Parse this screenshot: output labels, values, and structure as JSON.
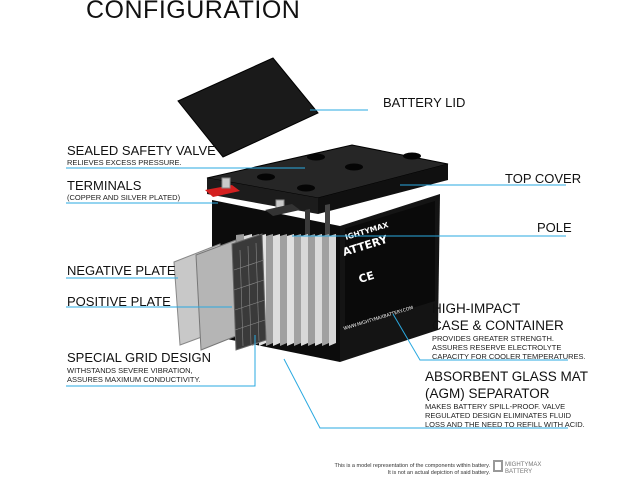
{
  "title": "CONFIGURATION",
  "labels": {
    "battery_lid": "BATTERY LID",
    "safety_valve": "SEALED SAFETY VALVE",
    "safety_valve_sub": "RELIEVES EXCESS PRESSURE.",
    "terminals": "TERMINALS",
    "terminals_sub": "(COPPER AND SILVER PLATED)",
    "top_cover": "TOP COVER",
    "pole": "POLE",
    "negative_plate": "NEGATIVE PLATE",
    "positive_plate": "POSITIVE PLATE",
    "grid_design": "SPECIAL GRID DESIGN",
    "grid_design_sub1": "WITHSTANDS SEVERE VIBRATION,",
    "grid_design_sub2": "ASSURES MAXIMUM CONDUCTIVITY.",
    "case_line1": "HIGH-IMPACT",
    "case_line2": "CASE & CONTAINER",
    "case_sub1": "PROVIDES GREATER STRENGTH.",
    "case_sub2": "ASSURES RESERVE ELECTROLYTE",
    "case_sub3": "CAPACITY FOR COOLER TEMPERATURES.",
    "agm_line1": "ABSORBENT GLASS MAT",
    "agm_line2": "(AGM) SEPARATOR",
    "agm_sub1": "MAKES BATTERY SPILL-PROOF. VALVE",
    "agm_sub2": "REGULATED DESIGN ELIMINATES FLUID",
    "agm_sub3": "LOSS AND THE NEED TO REFILL WITH ACID."
  },
  "battery": {
    "brand_line1": "IGHTYMAX",
    "brand_line2": "ATTERY",
    "ce_mark": "CE",
    "website": "WWW.MIGHTYMAXBATTERY.COM"
  },
  "footer": {
    "line1": "This is a model representation of the components within battery.",
    "line2": "It is not an actual depiction of said battery."
  },
  "logo": {
    "line1": "MIGHTYMAX",
    "line2": "BATTERY"
  },
  "colors": {
    "line": "#2aa9e0",
    "terminal_red": "#d42020",
    "battery_black": "#111111"
  }
}
